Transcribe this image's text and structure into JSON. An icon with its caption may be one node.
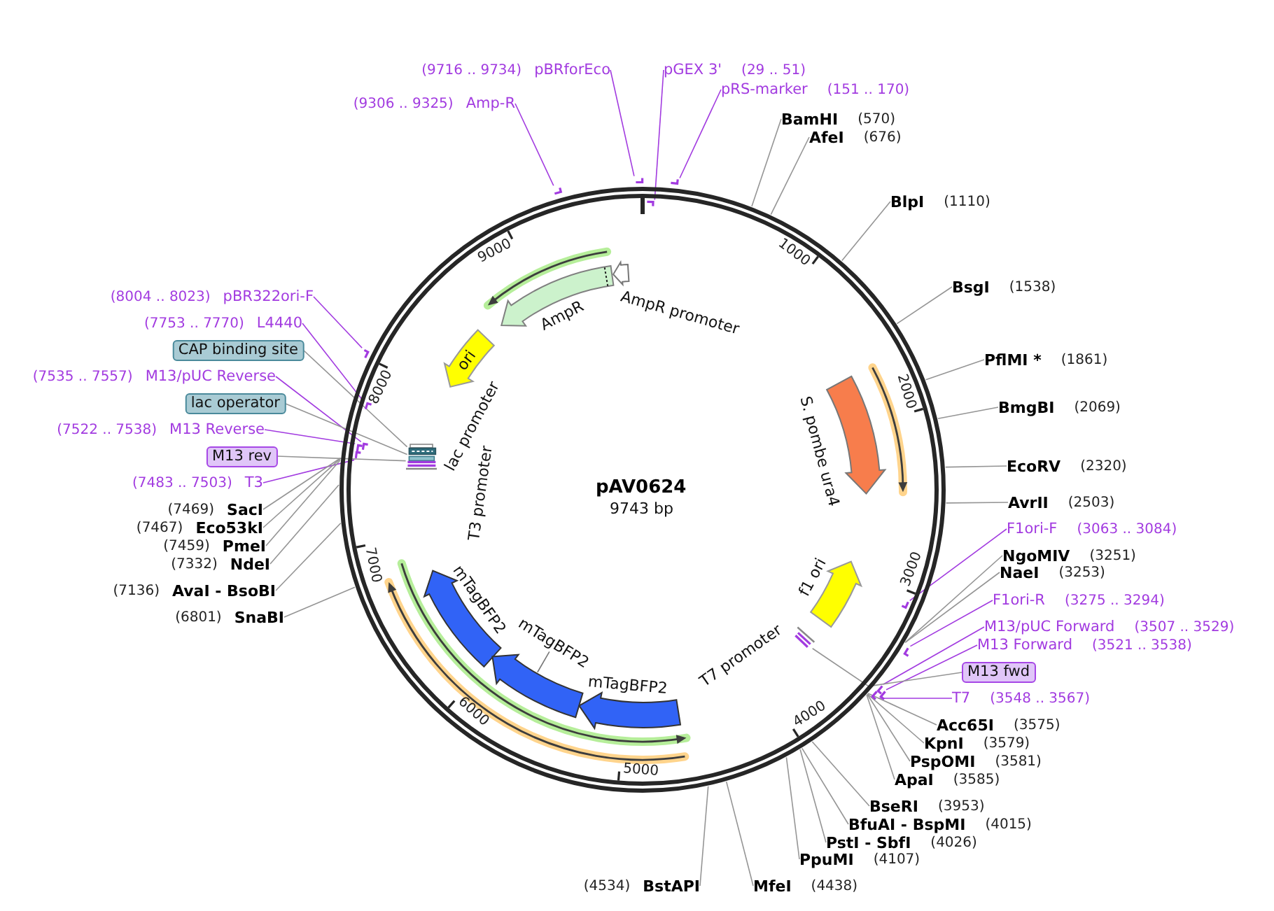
{
  "diagram": {
    "nodes": [
      {
        "text": [
          "pAV0624",
          "9743 bp"
        ]
      },
      {
        "text": [
          "AmpR promoter"
        ],
        "in": 0
      },
      {
        "text": [
          "AmpR"
        ],
        "in": 0
      },
      {
        "text": [
          "ori"
        ],
        "in": 0
      },
      {
        "text": [
          "S. pombe ura4"
        ],
        "in": 0
      },
      {
        "text": [],
        "shape": "box",
        "in": 0
      },
      {
        "text": [],
        "shape": "box",
        "in": 0
      },
      {
        "text": [],
        "shape": "bar",
        "in": 0
      },
      {
        "text": [
          "f1 ori"
        ],
        "in": 0
      },
      {
        "text": [],
        "shape": "bar",
        "in": 0
      },
      {
        "text": [
          "mTagBFP2"
        ],
        "in": 0
      },
      {
        "text": [
          "mTagBFP2"
        ],
        "in": 0
      },
      {
        "text": [
          "mTagBFP2"
        ],
        "in": 0
      },
      {
        "text": [
          "(9716 .. 9734)",
          "pBRforEco"
        ]
      },
      {
        "text": [
          "pGEX 3'",
          "(29 .. 51)"
        ]
      },
      {
        "text": [
          "pRS-marker",
          "(151 .. 170)"
        ]
      },
      {
        "text": [
          "(9306 .. 9325)",
          "Amp-R"
        ]
      },
      {
        "text": [
          "BamHI",
          "(570)"
        ]
      },
      {
        "text": [
          "AfeI",
          "(676)"
        ]
      },
      {
        "text": [
          "BlpI",
          "(1110)"
        ]
      },
      {
        "text": [
          "BsgI",
          "(1538)"
        ]
      },
      {
        "text": [
          "(8004 .. 8023)",
          "pBR322ori-F"
        ]
      },
      {
        "text": [
          "(7753 .. 7770)",
          "L4440"
        ]
      },
      {
        "text": [
          "CAP binding site"
        ]
      },
      {
        "text": [
          "PflMI *",
          "(1861)"
        ]
      },
      {
        "text": [
          "(7535 .. 7557)",
          "M13/pUC Reverse"
        ]
      },
      {
        "text": [
          "lac operator"
        ]
      },
      {
        "text": [
          "BmgBI",
          "(2069)"
        ]
      },
      {
        "text": [
          "(7522 .. 7538)",
          "M13 Reverse"
        ]
      },
      {
        "text": [
          "M13 rev"
        ]
      },
      {
        "text": [
          "EcoRV",
          "(2320)"
        ]
      },
      {
        "text": [
          "(7483 .. 7503)",
          "T3"
        ]
      },
      {
        "text": [
          "AvrII",
          "(2503)"
        ]
      },
      {
        "text": [
          "(7469)",
          "SacI"
        ]
      },
      {
        "text": [
          "(7467)",
          "Eco53kI"
        ]
      },
      {
        "text": [
          "F1ori-F",
          "(3063 .. 3084)"
        ]
      },
      {
        "text": [
          "(7459)",
          "PmeI"
        ]
      },
      {
        "text": [
          "NgoMIV",
          "(3251)"
        ]
      },
      {
        "text": [
          "(7332)",
          "NdeI"
        ]
      },
      {
        "text": [
          "NaeI",
          "(3253)"
        ]
      },
      {
        "text": [
          "(7136)",
          "AvaI - BsoBI"
        ]
      },
      {
        "text": [
          "F1ori-R",
          "(3275 .. 3294)"
        ]
      },
      {
        "text": [
          "(6801)",
          "SnaBI"
        ]
      },
      {
        "text": [
          "M13/pUC Forward",
          "(3507 .. 3529)"
        ]
      },
      {
        "text": [
          "M13 Forward",
          "(3521 .. 3538)"
        ]
      },
      {
        "text": [
          "M13 fwd"
        ]
      },
      {
        "text": [
          "T7",
          "(3548 .. 3567)"
        ]
      },
      {
        "text": [
          "Acc65I",
          "(3575)"
        ]
      },
      {
        "text": [
          "KpnI",
          "(3579)"
        ]
      },
      {
        "text": [
          "PspOMI",
          "(3581)"
        ]
      },
      {
        "text": [
          "ApaI",
          "(3585)"
        ]
      },
      {
        "text": [
          "BseRI",
          "(3953)"
        ]
      },
      {
        "text": [
          "BfuAI - BspMI",
          "(4015)"
        ]
      },
      {
        "text": [
          "PstI - SbfI",
          "(4026)"
        ]
      },
      {
        "text": [
          "PpuMI",
          "(4107)"
        ]
      },
      {
        "text": [
          "(4534)",
          "BstAPI"
        ]
      },
      {
        "text": [
          "MfeI",
          "(4438)"
        ]
      },
      {
        "text": [],
        "shape": "bar",
        "in": 0
      },
      {
        "text": [],
        "shape": "bar"
      },
      {
        "text": [],
        "shape": "bar",
        "in": 0
      },
      {
        "text": [],
        "shape": "bar"
      },
      {
        "text": [],
        "shape": "bar"
      },
      {
        "text": [],
        "shape": "bar"
      },
      {
        "text": [],
        "shape": "bar"
      },
      {
        "text": [],
        "shape": "bar",
        "in": 0
      },
      {
        "text": [],
        "shape": "bar",
        "in": 0
      },
      {
        "text": [],
        "shape": "bar",
        "in": 0
      },
      {
        "text": [],
        "shape": "bar",
        "in": 0
      },
      {
        "text": [],
        "shape": "bar"
      },
      {
        "text": [],
        "shape": "bar"
      },
      {
        "text": [],
        "shape": "bar"
      }
    ],
    "edges": [
      {
        "from": 13,
        "to": 70,
        "arrow": "none",
        "color": "#a23be0"
      },
      {
        "from": 14,
        "to": 57,
        "arrow": "none",
        "color": "#a23be0"
      },
      {
        "from": 15,
        "to": 58,
        "arrow": "none",
        "color": "#a23be0"
      },
      {
        "from": 16,
        "to": 69,
        "arrow": "none",
        "color": "#a23be0"
      },
      {
        "from": 17,
        "to": 0,
        "arrow": "none"
      },
      {
        "from": 18,
        "to": 0,
        "arrow": "none"
      },
      {
        "from": 19,
        "to": 0,
        "arrow": "none"
      },
      {
        "from": 20,
        "to": 0,
        "arrow": "none"
      },
      {
        "from": 21,
        "to": 68,
        "arrow": "none",
        "color": "#a23be0"
      },
      {
        "from": 22,
        "to": 67,
        "arrow": "none",
        "color": "#a23be0"
      },
      {
        "from": 23,
        "to": 5,
        "arrow": "none"
      },
      {
        "from": 24,
        "to": 0,
        "arrow": "none"
      },
      {
        "from": 25,
        "to": 66,
        "arrow": "none",
        "color": "#a23be0"
      },
      {
        "from": 26,
        "to": 6,
        "arrow": "none"
      },
      {
        "from": 27,
        "to": 0,
        "arrow": "none"
      },
      {
        "from": 28,
        "to": 65,
        "arrow": "none",
        "color": "#a23be0"
      },
      {
        "from": 29,
        "to": 7,
        "arrow": "none"
      },
      {
        "from": 30,
        "to": 0,
        "arrow": "none"
      },
      {
        "from": 31,
        "to": 64,
        "arrow": "none",
        "color": "#a23be0"
      },
      {
        "from": 32,
        "to": 0,
        "arrow": "none"
      },
      {
        "from": 33,
        "to": 0,
        "arrow": "none"
      },
      {
        "from": 34,
        "to": 0,
        "arrow": "none"
      },
      {
        "from": 35,
        "to": 59,
        "arrow": "none",
        "color": "#a23be0"
      },
      {
        "from": 36,
        "to": 0,
        "arrow": "none"
      },
      {
        "from": 37,
        "to": 0,
        "arrow": "none"
      },
      {
        "from": 38,
        "to": 0,
        "arrow": "none"
      },
      {
        "from": 39,
        "to": 0,
        "arrow": "none"
      },
      {
        "from": 40,
        "to": 0,
        "arrow": "none"
      },
      {
        "from": 41,
        "to": 60,
        "arrow": "none",
        "color": "#a23be0"
      },
      {
        "from": 42,
        "to": 0,
        "arrow": "none"
      },
      {
        "from": 43,
        "to": 61,
        "arrow": "none",
        "color": "#a23be0"
      },
      {
        "from": 44,
        "to": 62,
        "arrow": "none",
        "color": "#a23be0"
      },
      {
        "from": 45,
        "to": 9,
        "arrow": "none"
      },
      {
        "from": 46,
        "to": 63,
        "arrow": "none",
        "color": "#a23be0"
      },
      {
        "from": 47,
        "to": 0,
        "arrow": "none"
      },
      {
        "from": 48,
        "to": 0,
        "arrow": "none"
      },
      {
        "from": 49,
        "to": 0,
        "arrow": "none"
      },
      {
        "from": 50,
        "to": 0,
        "arrow": "none"
      },
      {
        "from": 51,
        "to": 0,
        "arrow": "none"
      },
      {
        "from": 52,
        "to": 0,
        "arrow": "none"
      },
      {
        "from": 53,
        "to": 0,
        "arrow": "none"
      },
      {
        "from": 54,
        "to": 0,
        "arrow": "none"
      },
      {
        "from": 55,
        "to": 0,
        "arrow": "none"
      },
      {
        "from": 56,
        "to": 0,
        "arrow": "none"
      }
    ],
    "labels": [
      "9000",
      "1000",
      "2000",
      "8000",
      "lac promoter",
      "T3 promoter",
      "3000",
      "7000",
      "T7 promoter",
      "6000",
      "4000",
      "5000"
    ]
  }
}
